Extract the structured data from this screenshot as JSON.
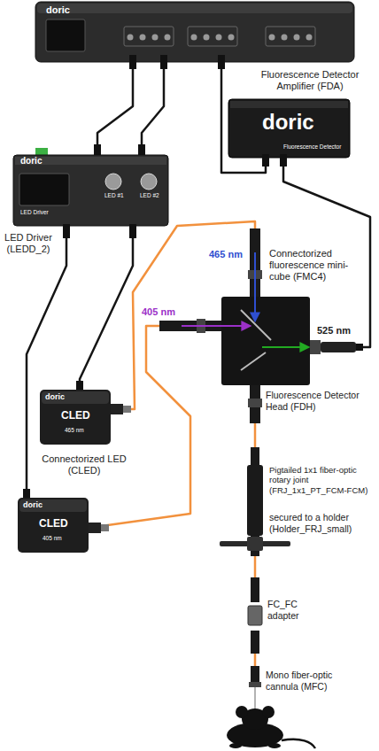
{
  "diagram": {
    "nodes": [
      {
        "text": [
          "doric"
        ]
      },
      {
        "text": [
          "Fluorescence Detector Amplifier (FDA)",
          "doric",
          "Fluorescence Detector"
        ]
      },
      {
        "text": [
          "doric",
          "LED Driver",
          "LED #1",
          "LED #2",
          "LED Driver (LEDD_2)"
        ]
      },
      {
        "text": [
          "doric",
          "CLED",
          "465 nm"
        ]
      },
      {
        "text": [
          "doric",
          "CLED",
          "405 nm"
        ]
      },
      {
        "text": [
          "Connectorized fluorescence mini-cube (FMC4)"
        ]
      },
      {
        "text": [
          "Fluorescence Detector Head (FDH)"
        ]
      },
      {
        "text": [
          "Pigtailed 1x1 fiber-optic rotary joint (FRJ_1x1_PT_FCM-FCM)"
        ]
      },
      {
        "text": [
          "FC_FC adapter"
        ]
      },
      {
        "text": [
          "Mono fiber-optic cannula (MFC)"
        ]
      }
    ],
    "edges": [
      {
        "from": 0,
        "to": 2,
        "arrow": "none"
      },
      {
        "from": 0,
        "to": 2,
        "arrow": "none"
      },
      {
        "from": 0,
        "to": 1,
        "arrow": "none"
      },
      {
        "from": 1,
        "to": 6,
        "arrow": "none"
      },
      {
        "from": 2,
        "to": 3,
        "arrow": "none"
      },
      {
        "from": 2,
        "to": 4,
        "arrow": "none"
      },
      {
        "from": 3,
        "to": 5,
        "arrow": "none"
      },
      {
        "from": 4,
        "to": 5,
        "arrow": "none"
      },
      {
        "from": 5,
        "to": 7,
        "arrow": "none"
      },
      {
        "from": 7,
        "to": 8,
        "arrow": "none"
      },
      {
        "from": 8,
        "to": 9,
        "arrow": "none"
      }
    ],
    "labels": [
      "Connectorized LED (CLED)",
      "465 nm",
      "405 nm",
      "525 nm",
      "secured to a holder (Holder_FRJ_small)"
    ]
  }
}
